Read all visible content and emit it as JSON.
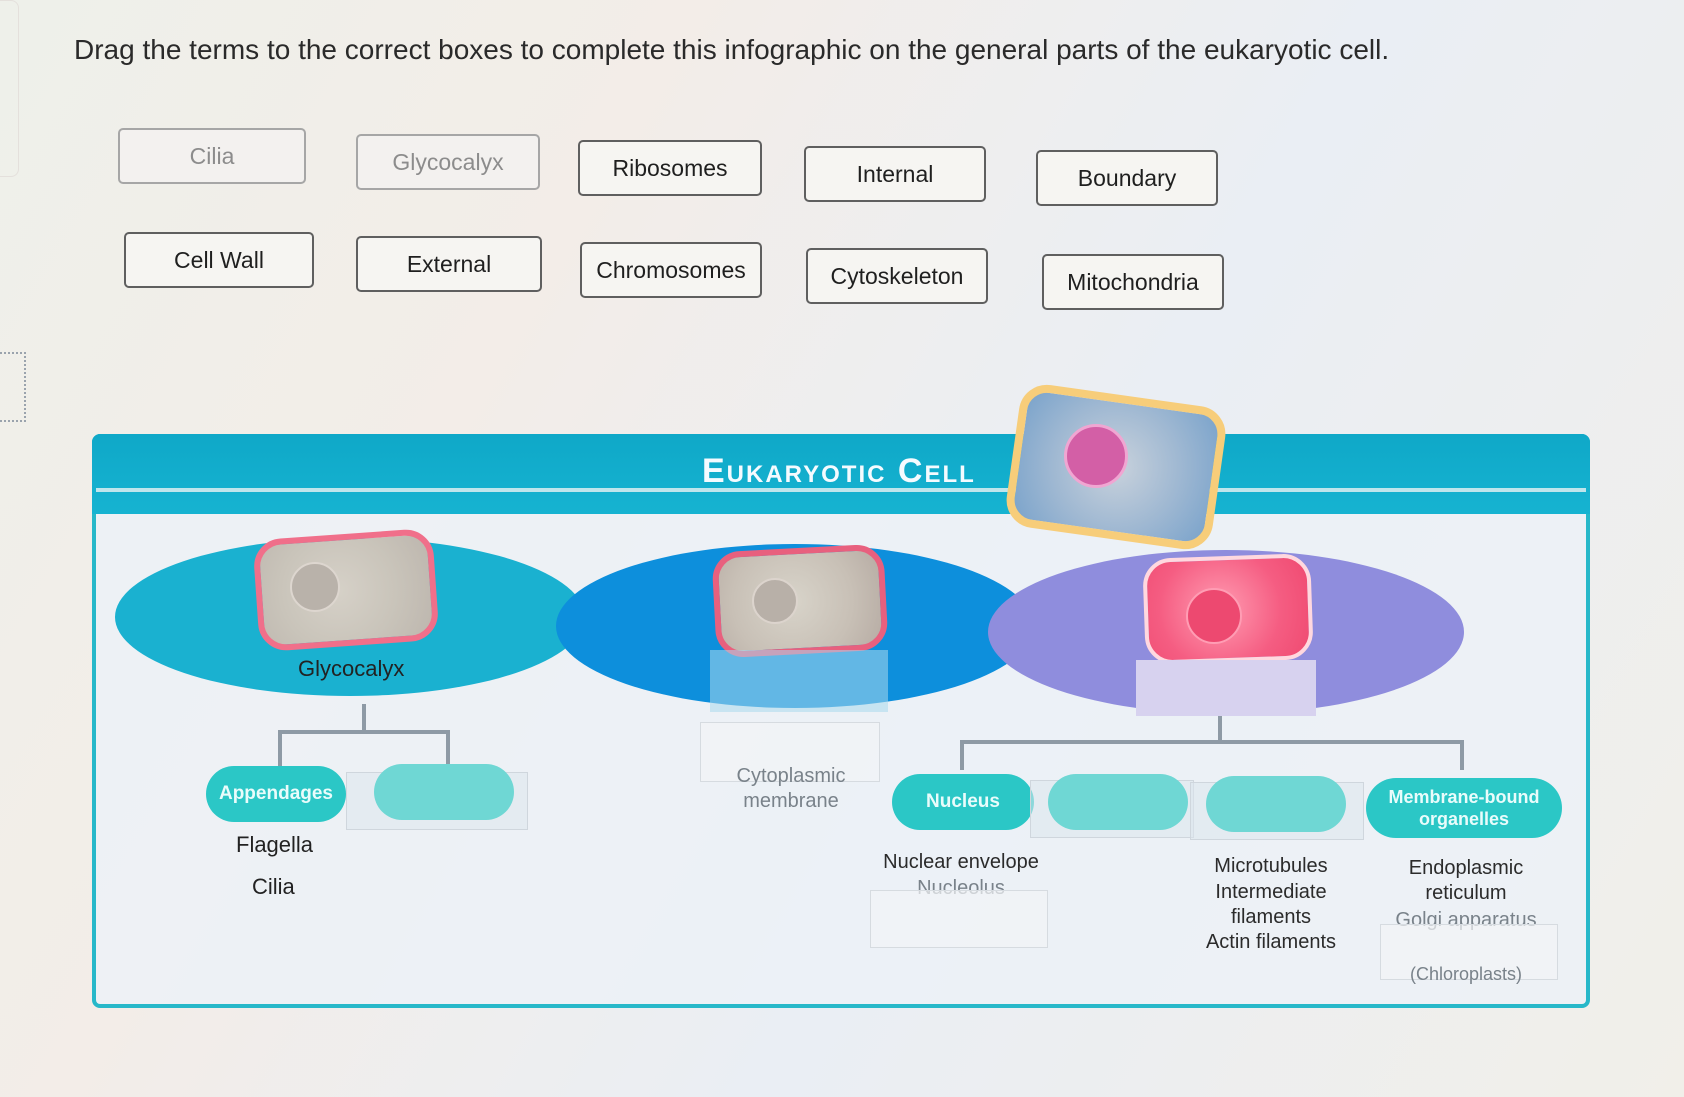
{
  "instruction": "Drag the terms to the correct boxes to complete this infographic on the general parts of the eukaryotic cell.",
  "terms_row1": [
    {
      "label": "Cilia",
      "used": true
    },
    {
      "label": "Glycocalyx",
      "used": true
    },
    {
      "label": "Ribosomes",
      "used": false
    },
    {
      "label": "Internal",
      "used": false
    },
    {
      "label": "Boundary",
      "used": false
    }
  ],
  "terms_row2": [
    {
      "label": "Cell Wall",
      "used": false
    },
    {
      "label": "External",
      "used": false
    },
    {
      "label": "Chromosomes",
      "used": false
    },
    {
      "label": "Cytoskeleton",
      "used": false
    },
    {
      "label": "Mitochondria",
      "used": false
    }
  ],
  "infographic": {
    "title": "Eukaryotic Cell",
    "external": {
      "placed_label": "Glycocalyx",
      "branch_left": "Appendages",
      "branch_left_items": [
        "Flagella",
        "Cilia"
      ]
    },
    "boundary": {
      "item": "Cytoplasmic membrane"
    },
    "internal": {
      "branch_nucleus": "Nucleus",
      "nucleus_items": [
        "Nuclear envelope",
        "Nucleolus"
      ],
      "cytoskeleton_items": [
        "Microtubules",
        "Intermediate filaments",
        "Actin filaments"
      ],
      "branch_organelles": "Membrane-bound organelles",
      "organelle_items": [
        "Endoplasmic reticulum",
        "Golgi apparatus",
        "(Chloroplasts)"
      ]
    }
  }
}
